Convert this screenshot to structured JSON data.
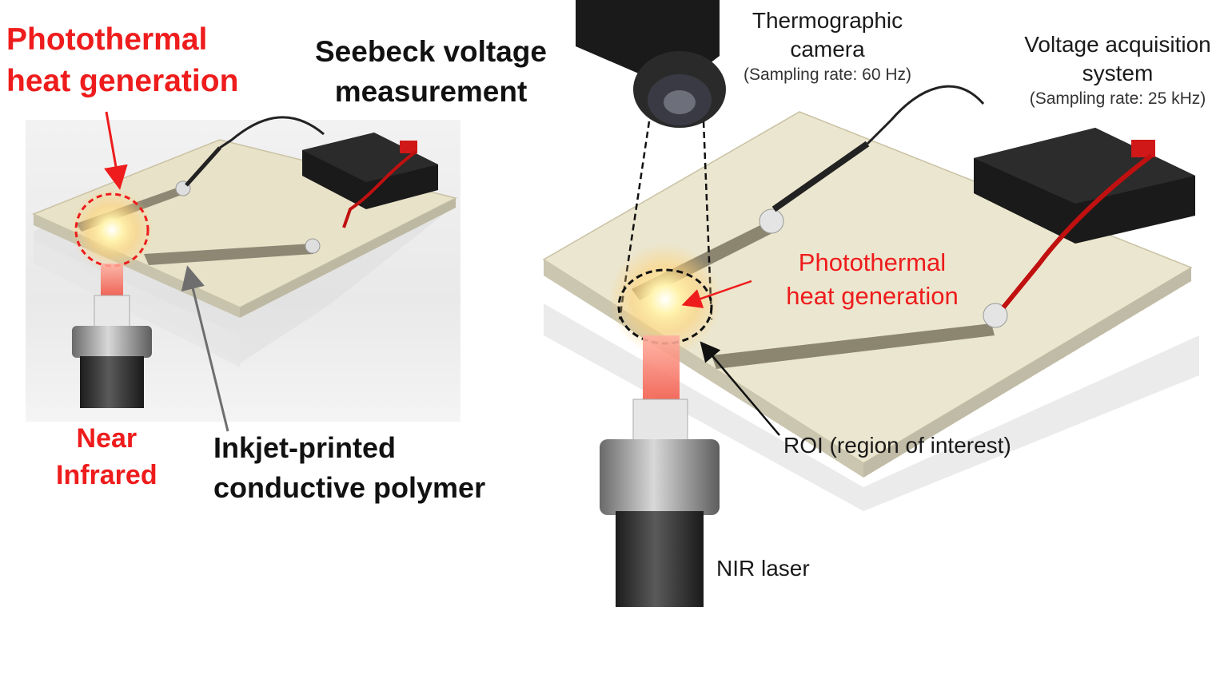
{
  "left": {
    "photothermal_line1": "Photothermal",
    "photothermal_line2": "heat generation",
    "seebeck_line1": "Seebeck voltage",
    "seebeck_line2": "measurement",
    "near_line1": "Near",
    "near_line2": "Infrared",
    "inkjet_line1": "Inkjet-printed",
    "inkjet_line2": "conductive polymer"
  },
  "right": {
    "camera_line1": "Thermographic",
    "camera_line2": "camera",
    "camera_rate": "(Sampling rate: 60 Hz)",
    "voltage_line1": "Voltage acquisition",
    "voltage_line2": "system",
    "voltage_rate": "(Sampling rate: 25 kHz)",
    "photothermal_line1": "Photothermal",
    "photothermal_line2": "heat generation",
    "roi": "ROI (region of interest)",
    "laser": "NIR laser"
  },
  "colors": {
    "accent_red": "#ee1c1c",
    "text": "#111111"
  }
}
